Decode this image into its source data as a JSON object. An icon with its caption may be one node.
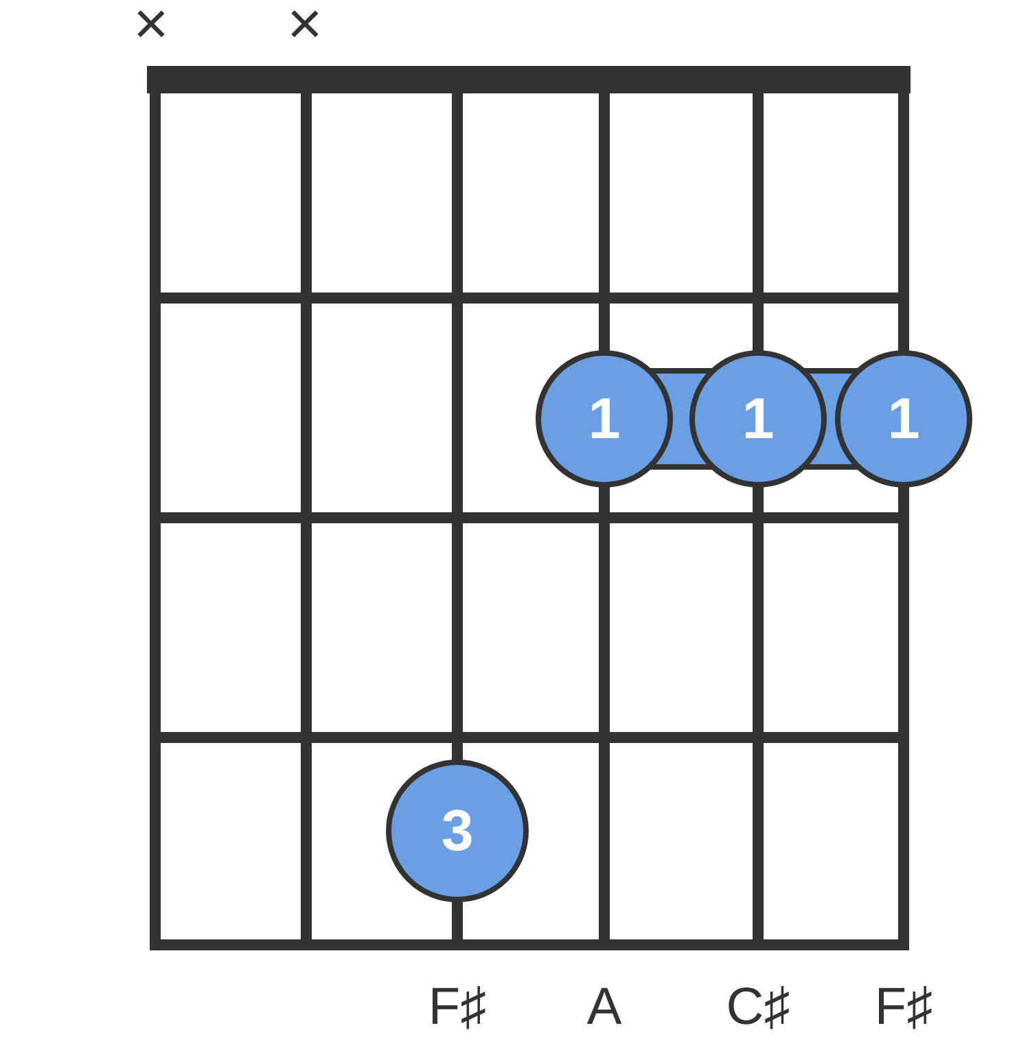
{
  "diagram": {
    "nodes": [
      {
        "text": [
          "1"
        ]
      },
      {
        "text": [
          "1"
        ]
      },
      {
        "text": [
          "1"
        ]
      },
      {
        "text": [
          "3"
        ]
      }
    ],
    "labels": [
      "×",
      "×",
      "F♯",
      "A",
      "C♯",
      "F♯"
    ]
  }
}
